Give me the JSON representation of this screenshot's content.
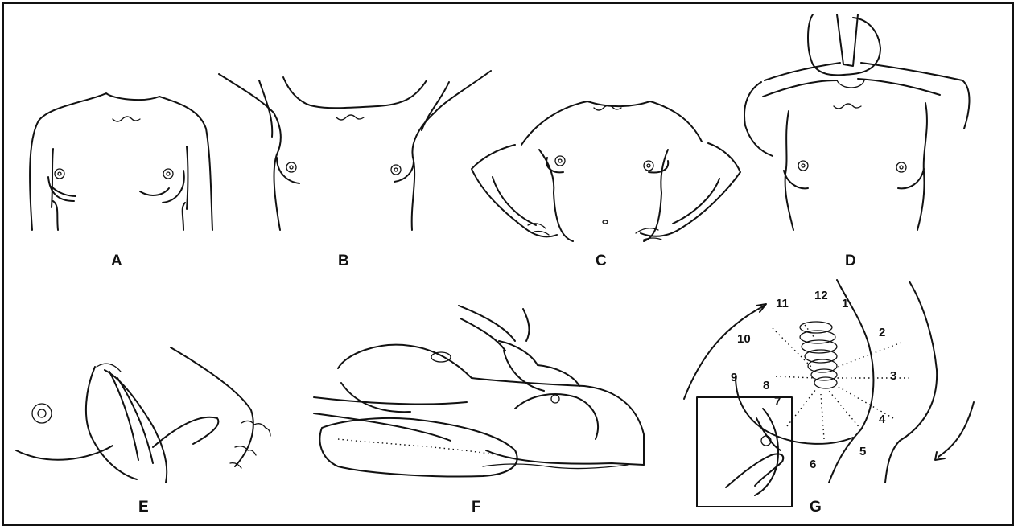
{
  "panels": [
    {
      "id": "A",
      "label": "A"
    },
    {
      "id": "B",
      "label": "B"
    },
    {
      "id": "C",
      "label": "C"
    },
    {
      "id": "D",
      "label": "D"
    },
    {
      "id": "E",
      "label": "E"
    },
    {
      "id": "F",
      "label": "F"
    },
    {
      "id": "G",
      "label": "G"
    }
  ],
  "clock_positions": [
    "12",
    "1",
    "2",
    "3",
    "4",
    "5",
    "6",
    "7",
    "8",
    "9",
    "10",
    "11"
  ],
  "colors": {
    "ink": "#111111",
    "paper": "#ffffff"
  }
}
